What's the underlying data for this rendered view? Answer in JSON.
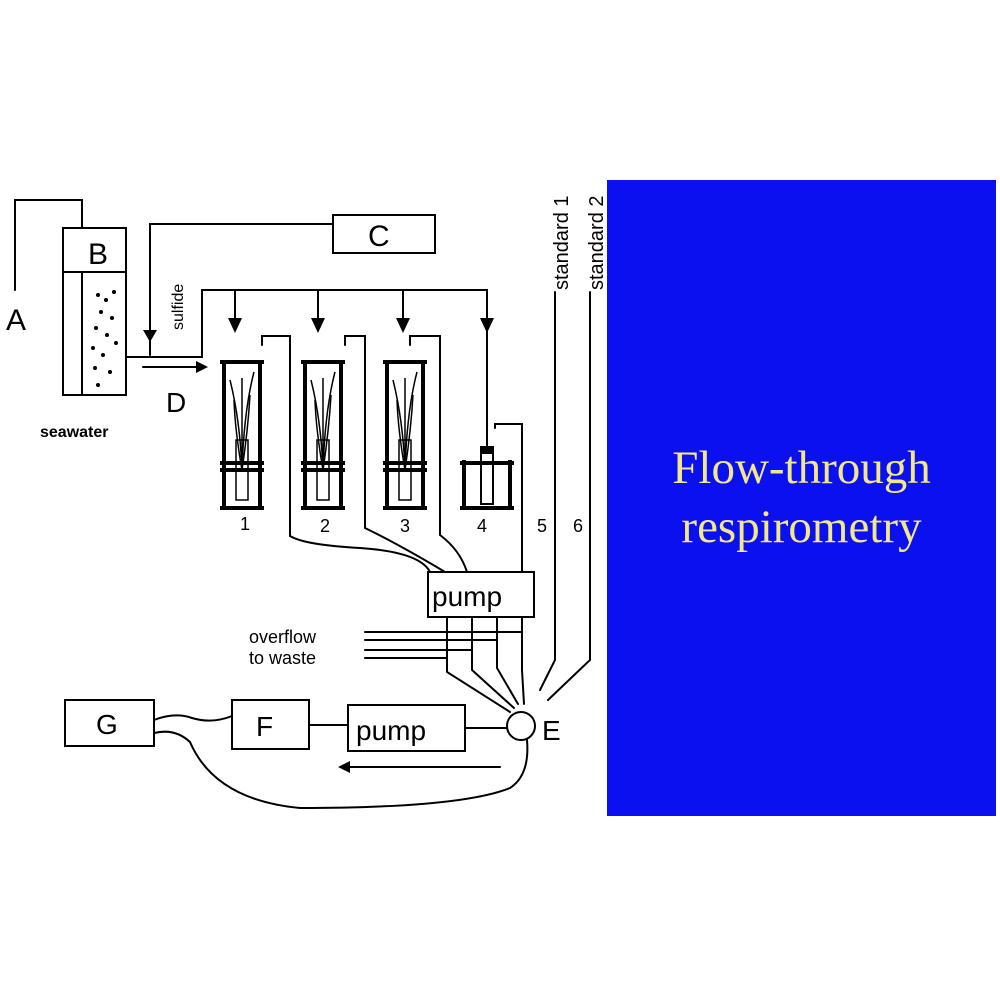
{
  "colors": {
    "panel_bg": "#0a10ee",
    "panel_text": "#f2e88a",
    "ink": "#000000"
  },
  "labels": {
    "A": "A",
    "B": "B",
    "C": "C",
    "D": "D",
    "E": "E",
    "F": "F",
    "G": "G",
    "seawater": "seawater",
    "sulfide": "sulfide",
    "chamber_1": "1",
    "chamber_2": "2",
    "chamber_3": "3",
    "chamber_4": "4",
    "line_5": "5",
    "line_6": "6",
    "standard_1": "standard 1",
    "standard_2": "standard 2",
    "pump_top": "pump",
    "pump_bottom": "pump",
    "overflow": "overflow",
    "to_waste": "to waste"
  },
  "title": {
    "line1": "Flow-through",
    "line2": "respirometry"
  }
}
